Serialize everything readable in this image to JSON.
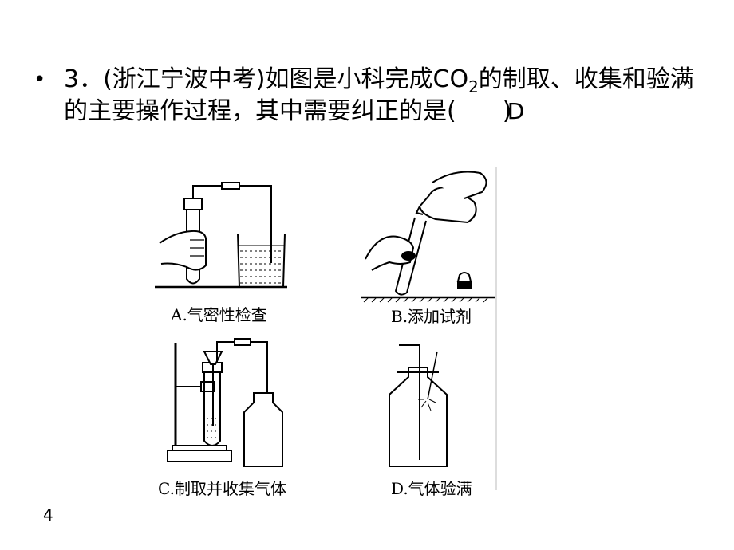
{
  "question": {
    "bullet": "•",
    "line1_pre": "3．(浙江宁波中考)如图是小科完成CO",
    "line1_sub": "2",
    "line1_post": "的制取、收集和验满",
    "line2_text": "的主要操作过程，其中需要纠正的是(",
    "line2_close": ")",
    "answer": "D"
  },
  "figure": {
    "captions": {
      "a": "A.气密性检查",
      "b": "B.添加试剂",
      "c": "C.制取并收集气体",
      "d": "D.气体验满"
    }
  },
  "page_number": "4"
}
